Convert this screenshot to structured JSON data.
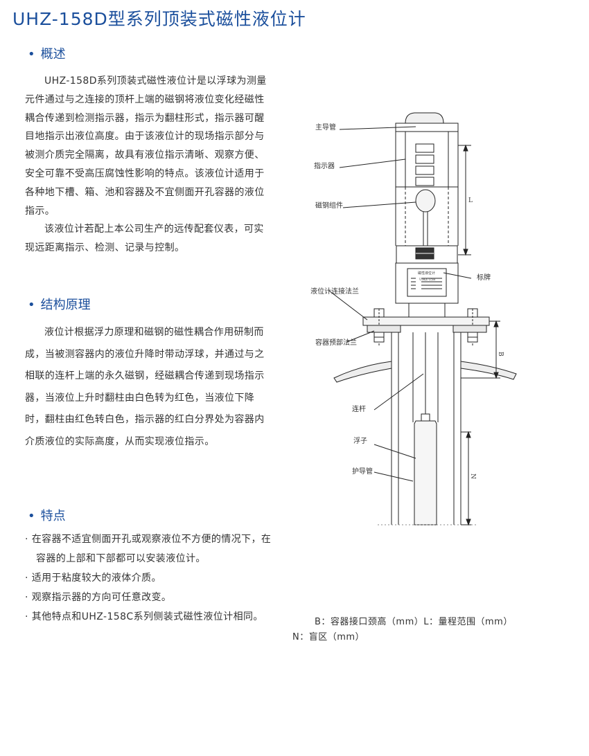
{
  "header": {
    "title": "UHZ-158D型系列顶装式磁性液位计"
  },
  "overview": {
    "heading": "概述",
    "para1": "UHZ-158D系列顶装式磁性液位计是以浮球为测量元件通过与之连接的顶杆上端的磁钢将液位变化经磁性耦合传递到检测指示器，指示为翻柱形式，指示器可醒目地指示出液位高度。由于该液位计的现场指示部分与被测介质完全隔离，故具有液位指示清晰、观察方便、安全可靠不受高压腐蚀性影响的特点。该液位计适用于各种地下槽、箱、池和容器及不宜侧面开孔容器的液位指示。",
    "para2": "该液位计若配上本公司生产的远传配套仪表，可实现远距离指示、检测、记录与控制。"
  },
  "principle": {
    "heading": "结构原理",
    "para": "液位计根据浮力原理和磁钢的磁性耦合作用研制而成，当被测容器内的液位升降时带动浮球，并通过与之相联的连杆上端的永久磁钢，经磁耦合传递到现场指示器，当液位上升时翻柱由白色转为红色，当液位下降时，翻柱由红色转白色，指示器的红白分界处为容器内介质液位的实际高度，从而实现液位指示。"
  },
  "features": {
    "heading": "特点",
    "items": [
      "· 在容器不适宜侧面开孔或观察液位不方便的情况下，在容器的上部和下部都可以安装液位计。",
      "· 适用于粘度较大的液体介质。",
      "· 观察指示器的方向可任意改变。",
      "· 其他特点和UHZ-158C系列侧装式磁性液位计相同。"
    ]
  },
  "diagram": {
    "labels": {
      "main_tube": "主导管",
      "indicator": "指示器",
      "magnet": "磁钢组件",
      "nameplate": "标牌",
      "conn_flange": "液位计连接法兰",
      "vessel_flange": "容器预部法兰",
      "rod": "连杆",
      "float": "浮子",
      "guard_tube": "护导管",
      "dim_l": "L",
      "dim_b": "B",
      "dim_n": "N",
      "plate_title": "磁性液位计",
      "plate_model": "UHZ-158"
    },
    "caption_line1": "B：容器接口颈高（mm）L：量程范围（mm）",
    "caption_line2": "N：盲区（mm）"
  },
  "colors": {
    "accent": "#1b4f9c",
    "text": "#333333",
    "line": "#222222"
  }
}
